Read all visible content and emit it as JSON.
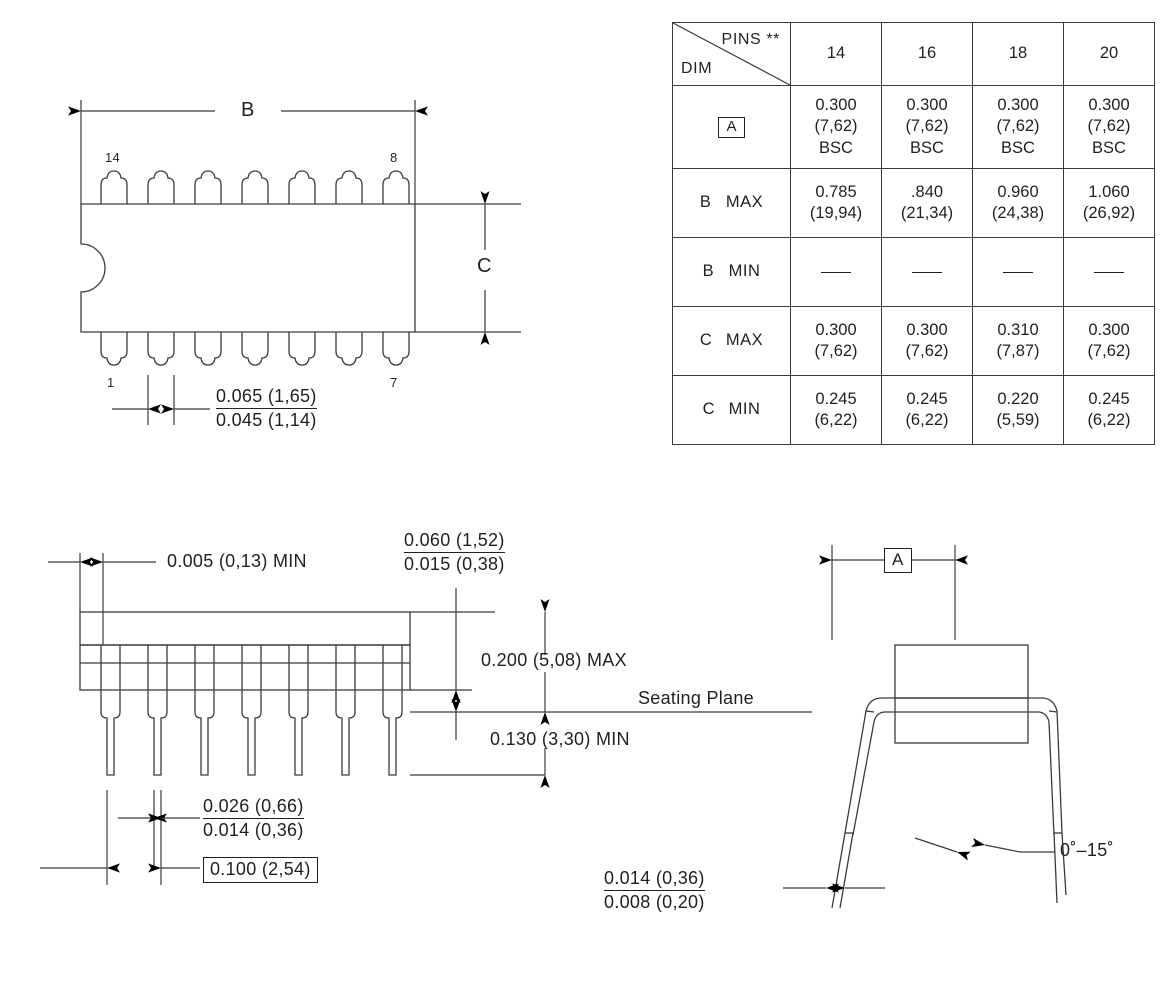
{
  "table": {
    "header": {
      "pins_label": "PINS  **",
      "dim_label": "DIM",
      "columns": [
        "14",
        "16",
        "18",
        "20"
      ]
    },
    "rows": [
      {
        "name": "A",
        "name_boxed": true,
        "qualifier": "",
        "cells": [
          {
            "l1": "0.300",
            "l2": "(7,62)",
            "l3": "BSC"
          },
          {
            "l1": "0.300",
            "l2": "(7,62)",
            "l3": "BSC"
          },
          {
            "l1": "0.300",
            "l2": "(7,62)",
            "l3": "BSC"
          },
          {
            "l1": "0.300",
            "l2": "(7,62)",
            "l3": "BSC"
          }
        ]
      },
      {
        "name": "B",
        "name_boxed": false,
        "qualifier": "MAX",
        "cells": [
          {
            "l1": "0.785",
            "l2": "(19,94)",
            "l3": ""
          },
          {
            "l1": ".840",
            "l2": "(21,34)",
            "l3": ""
          },
          {
            "l1": "0.960",
            "l2": "(24,38)",
            "l3": ""
          },
          {
            "l1": "1.060",
            "l2": "(26,92)",
            "l3": ""
          }
        ]
      },
      {
        "name": "B",
        "name_boxed": false,
        "qualifier": "MIN",
        "cells": [
          {
            "l1": "—",
            "l2": "",
            "l3": ""
          },
          {
            "l1": "—",
            "l2": "",
            "l3": ""
          },
          {
            "l1": "—",
            "l2": "",
            "l3": ""
          },
          {
            "l1": "—",
            "l2": "",
            "l3": ""
          }
        ]
      },
      {
        "name": "C",
        "name_boxed": false,
        "qualifier": "MAX",
        "cells": [
          {
            "l1": "0.300",
            "l2": "(7,62)",
            "l3": ""
          },
          {
            "l1": "0.300",
            "l2": "(7,62)",
            "l3": ""
          },
          {
            "l1": "0.310",
            "l2": "(7,87)",
            "l3": ""
          },
          {
            "l1": "0.300",
            "l2": "(7,62)",
            "l3": ""
          }
        ]
      },
      {
        "name": "C",
        "name_boxed": false,
        "qualifier": "MIN",
        "cells": [
          {
            "l1": "0.245",
            "l2": "(6,22)",
            "l3": ""
          },
          {
            "l1": "0.245",
            "l2": "(6,22)",
            "l3": ""
          },
          {
            "l1": "0.220",
            "l2": "(5,59)",
            "l3": ""
          },
          {
            "l1": "0.245",
            "l2": "(6,22)",
            "l3": ""
          }
        ]
      }
    ]
  },
  "top_view": {
    "dim_b": "B",
    "dim_c": "C",
    "pin_top_left": "14",
    "pin_top_right": "8",
    "pin_bottom_left": "1",
    "pin_bottom_right": "7",
    "lead_width": {
      "max": "0.065  (1,65)",
      "min": "0.045  (1,14)"
    }
  },
  "side_view": {
    "standoff": "0.005  (0,13)  MIN",
    "lead_thickness": {
      "max": "0.060  (1,52)",
      "min": "0.015  (0,38)"
    },
    "seated_height": "0.200  (5,08)  MAX",
    "seating_plane": "Seating Plane",
    "lead_length": "0.130  (3,30)  MIN",
    "lead_width": {
      "max": "0.026  (0,66)",
      "min": "0.014  (0,36)"
    },
    "pitch": "0.100  (2,54)"
  },
  "end_view": {
    "dim_a": "A",
    "lead_angle": "0˚–15˚",
    "lead_thickness": {
      "max": "0.014  (0,36)",
      "min": "0.008  (0,20)"
    }
  },
  "colors": {
    "line": "#3b3b3b",
    "text": "#231f20",
    "arrow": "#000000"
  }
}
